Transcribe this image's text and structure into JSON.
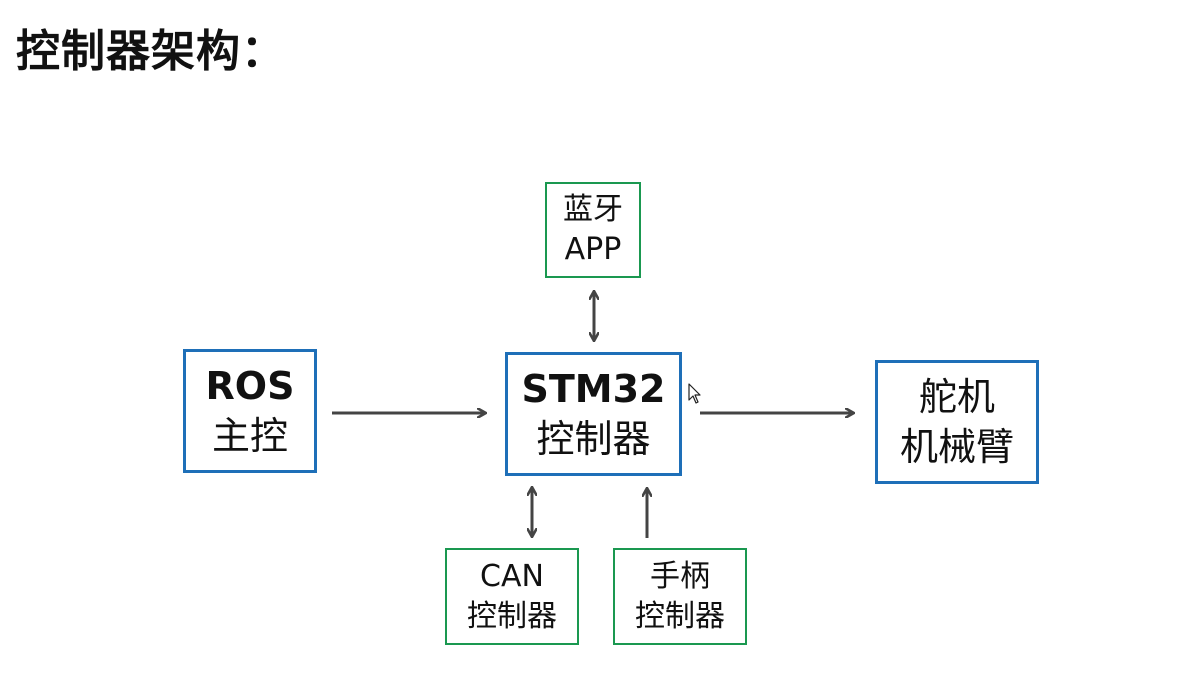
{
  "slide": {
    "title": "控制器架构："
  },
  "diagram": {
    "nodes": {
      "ros": {
        "line1": "ROS",
        "line2": "主控"
      },
      "stm32": {
        "line1": "STM32",
        "line2": "控制器"
      },
      "servo": {
        "line1": "舵机",
        "line2": "机械臂"
      },
      "bluetooth": {
        "line1": "蓝牙",
        "line2": "APP"
      },
      "can": {
        "line1": "CAN",
        "line2": "控制器"
      },
      "gamepad": {
        "line1": "手柄",
        "line2": "控制器"
      }
    },
    "edges": [
      {
        "from": "ros",
        "to": "stm32",
        "direction": "one-way"
      },
      {
        "from": "stm32",
        "to": "servo",
        "direction": "one-way"
      },
      {
        "from": "bluetooth",
        "to": "stm32",
        "direction": "two-way"
      },
      {
        "from": "can",
        "to": "stm32",
        "direction": "two-way"
      },
      {
        "from": "gamepad",
        "to": "stm32",
        "direction": "one-way"
      }
    ],
    "colors": {
      "main_border": "#1e6fb8",
      "peripheral_border": "#1a9850",
      "arrow": "#444444"
    }
  }
}
